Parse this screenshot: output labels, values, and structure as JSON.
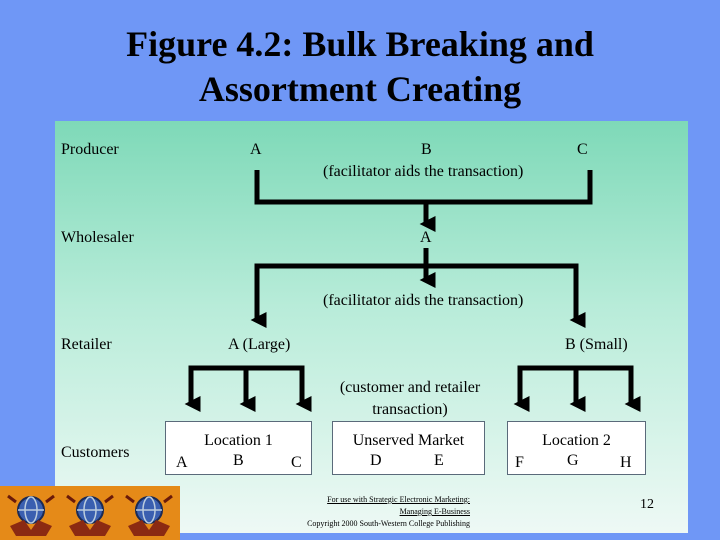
{
  "title_line1": "Figure 4.2: Bulk Breaking and",
  "title_line2": "Assortment Creating",
  "levels": {
    "producer": "Producer",
    "wholesaler": "Wholesaler",
    "retailer": "Retailer",
    "customers": "Customers"
  },
  "producer_row": {
    "a": "A",
    "b": "B",
    "b_note": "(facilitator aids the transaction)",
    "c": "C"
  },
  "wholesaler_row": {
    "a": "A",
    "note": "(facilitator aids the transaction)"
  },
  "retailer_row": {
    "a_large": "A (Large)",
    "b_small": "B (Small)",
    "note_line1": "(customer and retailer",
    "note_line2": "transaction)"
  },
  "customer_boxes": [
    {
      "title": "Location 1",
      "items": [
        "A",
        "B",
        "C"
      ]
    },
    {
      "title": "Unserved Market",
      "items": [
        "D",
        "E"
      ]
    },
    {
      "title": "Location 2",
      "items": [
        "F",
        "G",
        "H"
      ]
    }
  ],
  "footer": {
    "line1": "For use with Strategic Electronic Marketing:",
    "line2": "Managing E-Business",
    "line3": "Copyright 2000 South-Western College Publishing"
  },
  "page_number": "12",
  "colors": {
    "background": "#6f97f6",
    "panel_top": "#7ed9b8",
    "panel_bottom": "#eef9f5",
    "lines": "#000000",
    "logo_strip": "#e58a18"
  }
}
